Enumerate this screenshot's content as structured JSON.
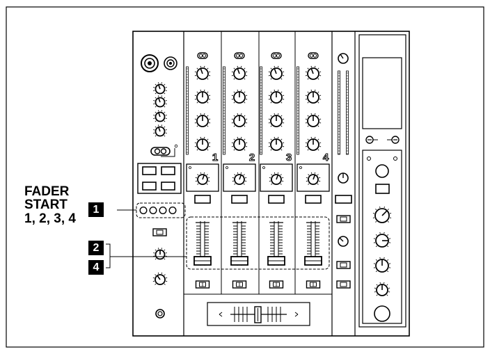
{
  "callouts": {
    "fader_start_line1": "FADER",
    "fader_start_line2": "START",
    "fader_start_channels": "1, 2, 3, 4",
    "badge_fader_start": "1",
    "badge_channel_fader": "2",
    "badge_crossfader_curve": "4"
  },
  "mixer": {
    "channel_numbers": [
      "1",
      "2",
      "3",
      "4"
    ]
  },
  "colors": {
    "line": "#000000",
    "panel_fill": "#ffffff",
    "screen_fill": "#ffffff",
    "badge_fill": "#000000",
    "badge_text": "#ffffff"
  }
}
